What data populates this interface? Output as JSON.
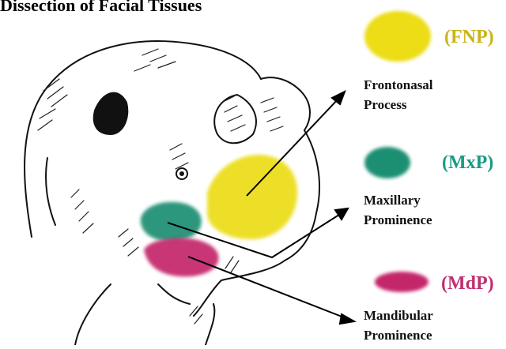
{
  "title": "Dissection of Facial Tissues",
  "legend": [
    {
      "abbr": "(FNP)",
      "line1": "Frontonasal",
      "line2": "Process",
      "color": "#c9b418",
      "fill": "#ecdd12"
    },
    {
      "abbr": "(MxP)",
      "line1": "Maxillary",
      "line2": "Prominence",
      "color": "#1a9a86",
      "fill": "#1f8f72"
    },
    {
      "abbr": "(MdP)",
      "line1": "Mandibular",
      "line2": "Prominence",
      "color": "#c03070",
      "fill": "#c4286a"
    }
  ]
}
